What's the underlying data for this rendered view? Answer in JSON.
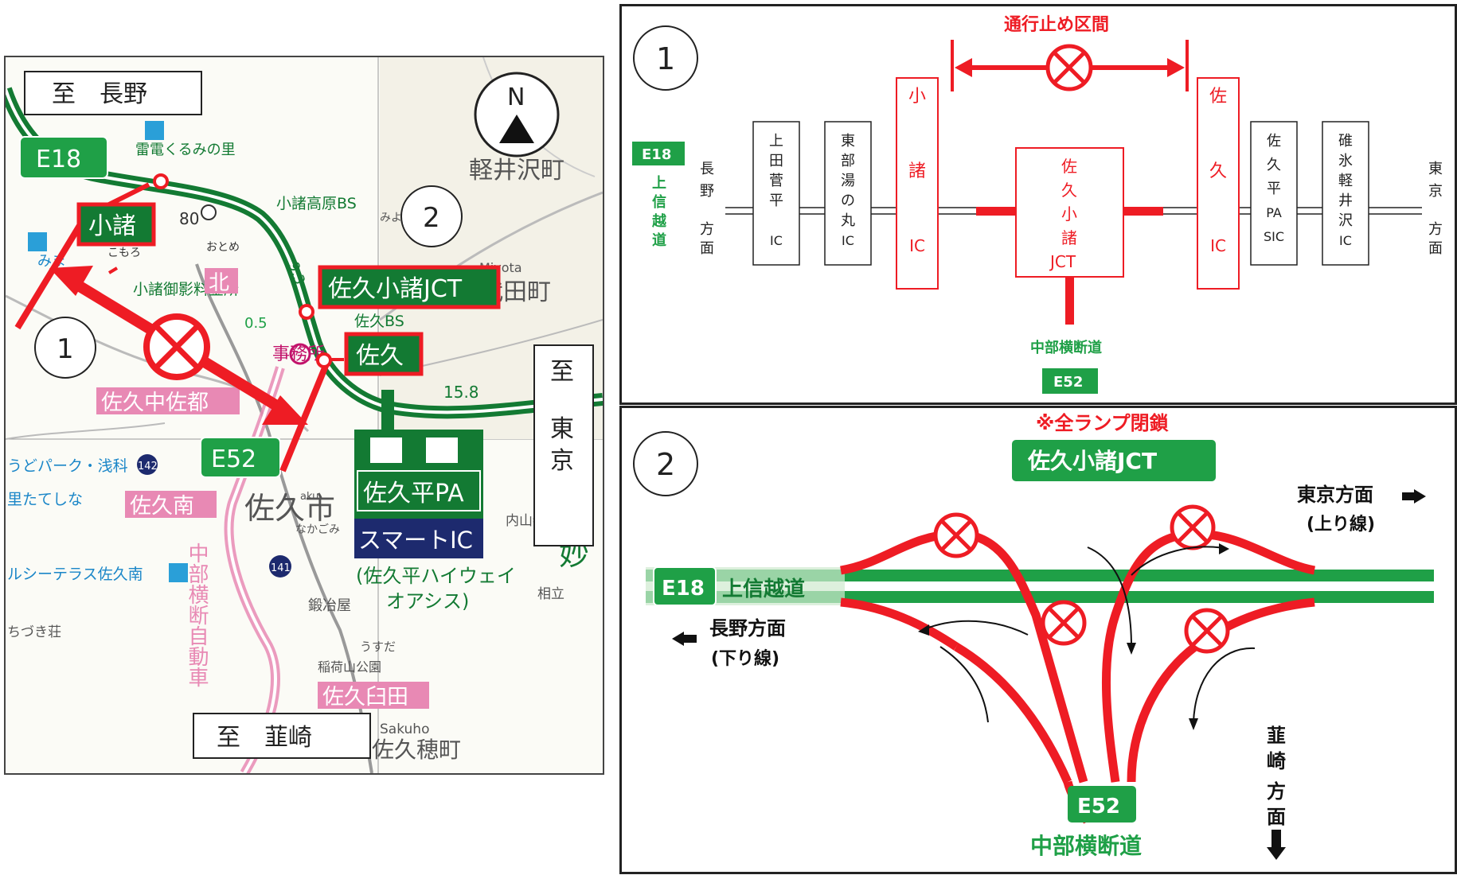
{
  "map": {
    "dest_nagano": "至　長野",
    "dest_tokyo": [
      "至",
      "東",
      "京"
    ],
    "dest_nirasaki": "至　韮崎",
    "north": "N",
    "badge_e18": "E18",
    "badge_e52": "E52",
    "ic_komoro": "小諸",
    "ic_saku": "佐久",
    "jct_saku_komoro": "佐久小諸JCT",
    "pa_name": "佐久平PA",
    "smart_ic": "スマートIC",
    "oasis_line1": "(佐久平ハイウェイ",
    "oasis_line2": "オアシス)",
    "callout_1": "1",
    "callout_2": "2",
    "labels": {
      "kurumi": "雷電くるみの里",
      "komoro_kogen_bs": "小諸高原BS",
      "komoro_toll": "小諸御影料金所",
      "saku_bs": "佐久BS",
      "karuizawa": "軽井沢町",
      "miyota_en": "Miyota",
      "miyota": "御代田町",
      "saku_chusa": "佐久中佐都",
      "saku_minami": "佐久南",
      "saku_city": "佐久市",
      "saku_usuda": "佐久臼田",
      "saku_kita": "北",
      "sakuho_en": "Sakuho",
      "sakuho": "佐久穂町",
      "chubu_vertical": "中部横断自動車",
      "route_80": "80",
      "route_142": "142",
      "route_141": "141",
      "km_0_5": "0.5",
      "km_15_8": "15.8",
      "km_9_3": "9.3",
      "jimusho": "事務所",
      "ontake": "おとめ",
      "komoro_pl": "こもろ",
      "nakagomi": "なかごみ",
      "kajiya": "鍛冶屋",
      "usuda": "うすだ",
      "park": "稲荷山公園",
      "uchiyama": "内山牧場キャ",
      "aiki": "相立",
      "myogi": "妙",
      "asama": "うどパーク・浅科",
      "tateshina": "里たてしな",
      "terrace": "ルシーテラス佐久南",
      "mimaki": "みま",
      "chitsuki": "ちづき荘",
      "saku_en": "aku",
      "miyota_pl": "みよた"
    }
  },
  "diagram1": {
    "number": "1",
    "closed_section": "通行止め区間",
    "e18": "E18",
    "road_e18": [
      "上",
      "信",
      "越",
      "道"
    ],
    "dir_nagano": [
      "長",
      "野",
      "方",
      "面"
    ],
    "dir_tokyo": [
      "東",
      "京",
      "方",
      "面"
    ],
    "boxes": [
      {
        "lines": [
          "上",
          "田",
          "菅",
          "平",
          "",
          "IC"
        ],
        "closed": false
      },
      {
        "lines": [
          "東",
          "部",
          "湯",
          "の",
          "丸",
          "IC"
        ],
        "closed": false
      },
      {
        "lines": [
          "小",
          "",
          "諸",
          "",
          "IC"
        ],
        "closed": true
      },
      {
        "lines": [
          "佐",
          "",
          "久",
          "",
          "IC"
        ],
        "closed": true
      },
      {
        "lines": [
          "佐",
          "久",
          "平",
          "PA",
          "SIC"
        ],
        "closed": false
      },
      {
        "lines": [
          "碓",
          "氷",
          "軽",
          "井",
          "沢",
          "IC"
        ],
        "closed": false
      }
    ],
    "jct": [
      "佐",
      "久",
      "小",
      "諸",
      "JCT"
    ],
    "chubu": "中部横断道",
    "e52": "E52"
  },
  "diagram2": {
    "number": "2",
    "ramp_closed": "※全ランプ閉鎖",
    "jct_title": "佐久小諸JCT",
    "e18": "E18",
    "road_e18": "上信越道",
    "dir_tokyo": "東京方面",
    "dir_tokyo_sub": "(上り線)",
    "dir_nagano": "長野方面",
    "dir_nagano_sub": "(下り線)",
    "dir_nirasaki": [
      "韮",
      "崎",
      "方",
      "面"
    ],
    "e52": "E52",
    "chubu": "中部横断道"
  },
  "colors": {
    "closure_red": "#ee1c24",
    "expressway_green": "#1fa047",
    "dark_green": "#137a33",
    "pink_route": "#e889b4",
    "pa_navy": "#1d2a6e"
  }
}
